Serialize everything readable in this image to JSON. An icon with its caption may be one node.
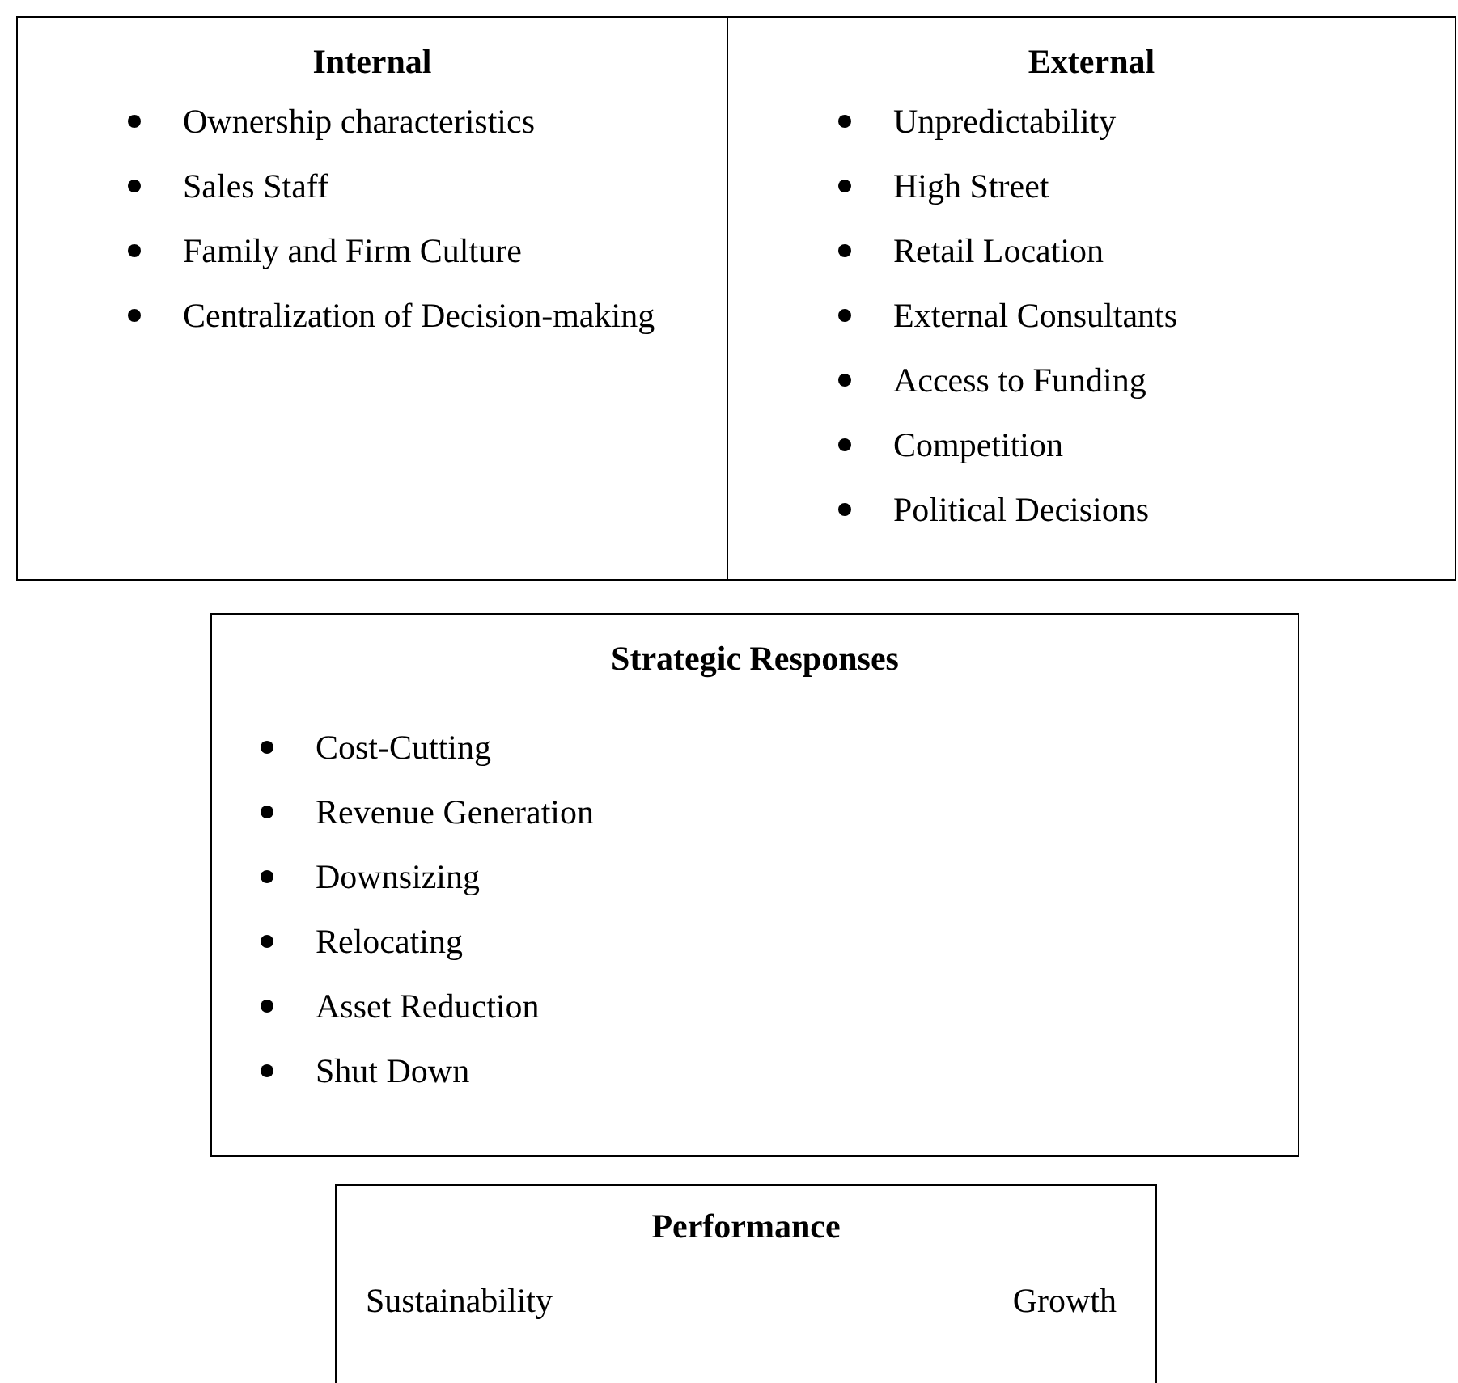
{
  "diagram": {
    "nodes": [
      {
        "text": [
          "Internal",
          "Ownership characteristics",
          "Sales Staff",
          "Family and Firm Culture",
          "Centralization of Decision-making"
        ]
      },
      {
        "text": [
          "External",
          "Unpredictability",
          "High Street",
          "Retail Location",
          "External Consultants",
          "Access to Funding",
          "Competition",
          "Political Decisions"
        ]
      },
      {
        "text": [
          "Strategic Responses",
          "Cost-Cutting",
          "Revenue Generation",
          "Downsizing",
          "Relocating",
          "Asset Reduction",
          "Shut Down"
        ]
      },
      {
        "text": [
          "Performance",
          "Sustainability",
          "Growth"
        ]
      }
    ]
  }
}
